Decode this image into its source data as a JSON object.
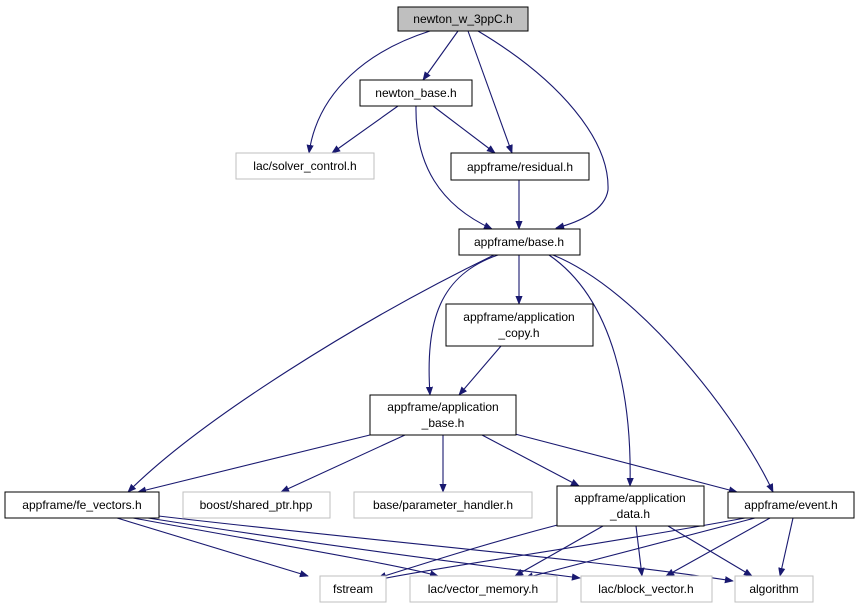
{
  "colors": {
    "edge": "#191970",
    "node_border_solid": "#000000",
    "node_border_missing": "#bfbfbf",
    "root_fill": "#bfbfbf",
    "node_fill": "#ffffff"
  },
  "nodes": {
    "root": {
      "lines": [
        "newton_w_3ppC.h"
      ],
      "kind": "root"
    },
    "newton_base": {
      "lines": [
        "newton_base.h"
      ],
      "kind": "file"
    },
    "solver_control": {
      "lines": [
        "lac/solver_control.h"
      ],
      "kind": "missing"
    },
    "residual": {
      "lines": [
        "appframe/residual.h"
      ],
      "kind": "file"
    },
    "base": {
      "lines": [
        "appframe/base.h"
      ],
      "kind": "file"
    },
    "application_copy": {
      "lines": [
        "appframe/application",
        "_copy.h"
      ],
      "kind": "file"
    },
    "application_base": {
      "lines": [
        "appframe/application",
        "_base.h"
      ],
      "kind": "file"
    },
    "fe_vectors": {
      "lines": [
        "appframe/fe_vectors.h"
      ],
      "kind": "file"
    },
    "shared_ptr": {
      "lines": [
        "boost/shared_ptr.hpp"
      ],
      "kind": "missing"
    },
    "parameter_handler": {
      "lines": [
        "base/parameter_handler.h"
      ],
      "kind": "missing"
    },
    "application_data": {
      "lines": [
        "appframe/application",
        "_data.h"
      ],
      "kind": "file"
    },
    "event": {
      "lines": [
        "appframe/event.h"
      ],
      "kind": "file"
    },
    "fstream": {
      "lines": [
        "fstream"
      ],
      "kind": "missing"
    },
    "vector_memory": {
      "lines": [
        "lac/vector_memory.h"
      ],
      "kind": "missing"
    },
    "block_vector": {
      "lines": [
        "lac/block_vector.h"
      ],
      "kind": "missing"
    },
    "algorithm": {
      "lines": [
        "algorithm"
      ],
      "kind": "missing"
    }
  }
}
